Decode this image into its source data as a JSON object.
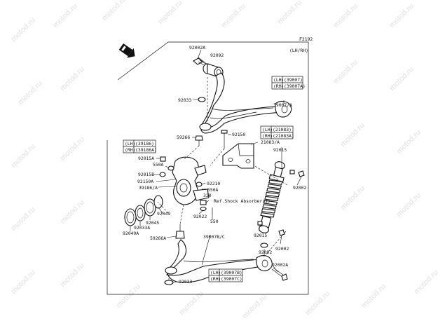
{
  "header": {
    "figure_code": "F2192",
    "side_note": "(LH/RH)"
  },
  "watermark": "motod.ru",
  "callouts": {
    "p92002A_top": "92002A",
    "p92092_top": "92092",
    "p92033_top": "92033",
    "p59266_top": "59266",
    "p92150_top": "92150",
    "p92015A": "92015A",
    "p550A_top": "550A",
    "p92015B": "92015B",
    "p92150A": "92150A",
    "p39186A": "39186/A",
    "p92210": "92210",
    "p550A_mid": "550A",
    "p320": "320",
    "ref_shock": "Ref.Shock Absorber(s)",
    "p550": "550",
    "p92049": "92049",
    "p92045": "92045",
    "p92033A": "92033A",
    "p92049A": "92049A",
    "p92022": "92022",
    "p59266A": "59266A",
    "p39007BC": "39007B/C",
    "p21083A": "21083/A",
    "p92015_shock": "92015",
    "p92002_shock": "92002",
    "p92015_low": "92015",
    "p92002_low": "92002",
    "p92092_low": "92092",
    "p92002A_low": "92002A",
    "p92033_low": "92033",
    "p39007A": "39007/A"
  },
  "boxes": {
    "upper_arm": {
      "lh_tag": "(LH)",
      "lh_num": "(39007)",
      "rh_tag": "(RH)",
      "rh_num": "(39007A)"
    },
    "bracket": {
      "lh_tag": "(LH)",
      "lh_num": "(21083)",
      "rh_tag": "(RH)",
      "rh_num": "(21083A)"
    },
    "knuckle": {
      "lh_tag": "(LH)",
      "lh_num": "(39186)",
      "rh_tag": "(RH)",
      "rh_num": "(39186A)"
    },
    "lower_arm": {
      "lh_tag": "(LH)",
      "lh_num": "(39007B)",
      "rh_tag": "(RH)",
      "rh_num": "(39007C)"
    }
  },
  "logo": {
    "icon": "front-arrow-icon"
  }
}
